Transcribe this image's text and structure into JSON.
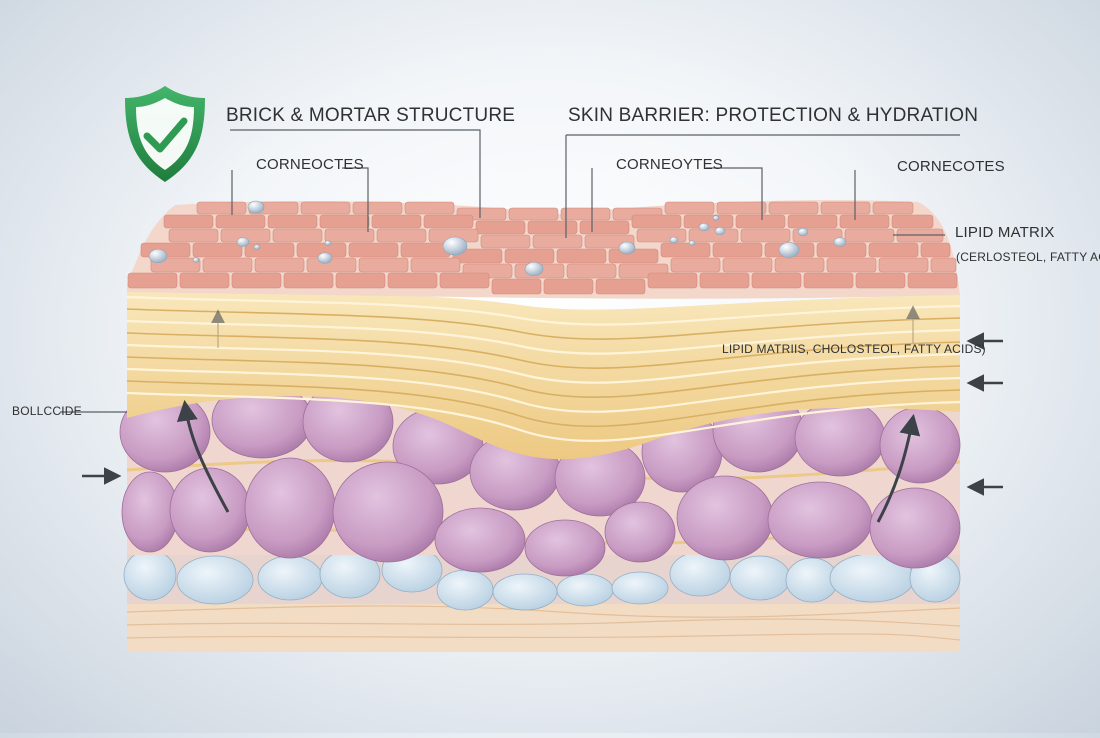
{
  "titles": {
    "left": "BRICK & MORTAR STRUCTURE",
    "right": "SKIN BARRIER: PROTECTION & HYDRATION"
  },
  "labels": {
    "corneocytes_1": "CORNEOCTES",
    "corneocytes_2": "CORNEOYTES",
    "corneocytes_3": "CORNECOTES",
    "lipid_matrix": "LIPID MATRIX",
    "lipid_matrix_sub": "(CERLOSTEOL, FATTY ACIDS)",
    "lipid_matrix_inline": "LIPID MATRIIS, CHOLOSTEOL, FATTY ACIDS)",
    "left_label": "BOLLCCIDE"
  },
  "icons": {
    "badge": "shield-check-icon",
    "arrows": "arrow-icon"
  },
  "colors": {
    "shield": "#2e9a52",
    "bricks": "#e7a598",
    "mortar": "#f3dcd1",
    "lipid": "#f1d69a",
    "cells": "#c99ac4",
    "basal_cells": "#cfe0ec",
    "dermis": "#f3dcc4",
    "arrows": "#3d4249"
  }
}
